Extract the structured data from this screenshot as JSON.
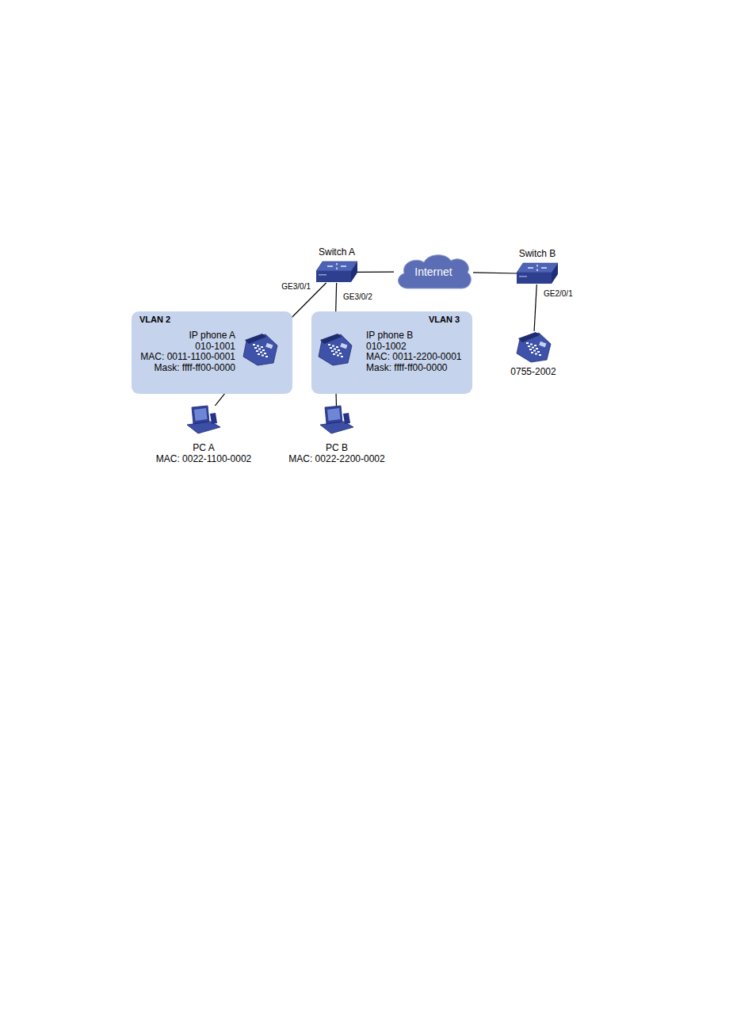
{
  "diagram": {
    "nodes": [
      {
        "text": [
          "Switch A"
        ]
      },
      {
        "text": [
          "Internet"
        ]
      },
      {
        "text": [
          "Switch B"
        ]
      },
      {
        "text": [
          "VLAN 2"
        ]
      },
      {
        "text": [
          "IP phone A",
          "010-1001",
          "MAC: 0011-1100-0001",
          "Mask: ffff-ff00-0000"
        ],
        "in": 3
      },
      {
        "text": [
          "VLAN 3"
        ]
      },
      {
        "text": [
          "IP phone B",
          "010-1002",
          "MAC: 0011-2200-0001",
          "Mask: ffff-ff00-0000"
        ],
        "in": 5
      },
      {
        "text": [
          "PC A",
          "MAC: 0022-1100-0002"
        ]
      },
      {
        "text": [
          "PC B",
          "MAC: 0022-2200-0002"
        ]
      },
      {
        "text": [
          "0755-2002"
        ]
      }
    ],
    "edges": [
      {
        "from": 0,
        "to": 1,
        "arrow": "none"
      },
      {
        "from": 1,
        "to": 2,
        "arrow": "none"
      },
      {
        "from": 0,
        "to": 4,
        "label": "GE3/0/1",
        "arrow": "none"
      },
      {
        "from": 0,
        "to": 6,
        "label": "GE3/0/2",
        "arrow": "none"
      },
      {
        "from": 2,
        "to": 9,
        "label": "GE2/0/1",
        "arrow": "none"
      },
      {
        "from": 4,
        "to": 7,
        "arrow": "none"
      },
      {
        "from": 6,
        "to": 8,
        "arrow": "none"
      }
    ]
  }
}
